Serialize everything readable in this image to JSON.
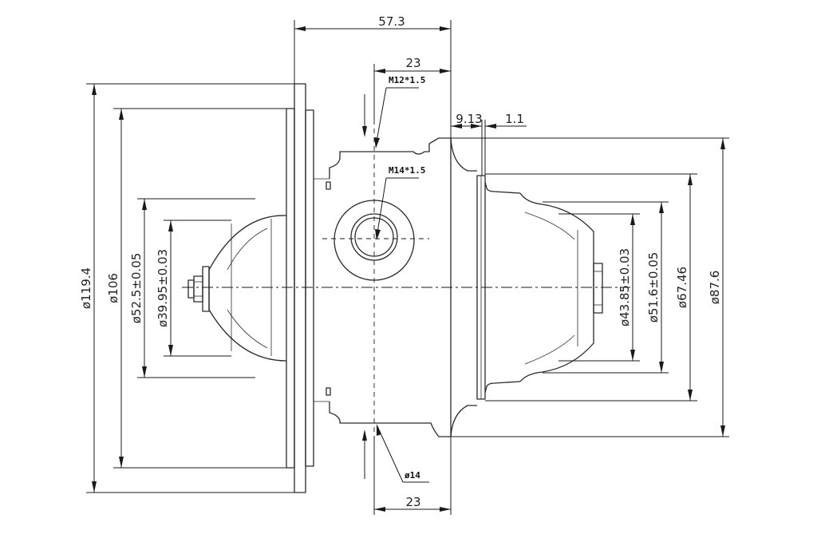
{
  "dimensions": {
    "overall_length": "57.3",
    "top_23": "23",
    "bottom_23": "23",
    "d913": "9.13",
    "d11": "1.1",
    "d1194": "ø119.4",
    "d106": "ø106",
    "d525": "ø52.5±0.05",
    "d3995": "ø39.95±0.03",
    "d4385": "ø43.85±0.03",
    "d516": "ø51.6±0.05",
    "d6746": "ø67.46",
    "d876": "ø87.6"
  },
  "callouts": {
    "thread_m12": "M12*1.5",
    "thread_m14": "M14*1.5",
    "hole_d14": "ø14"
  }
}
